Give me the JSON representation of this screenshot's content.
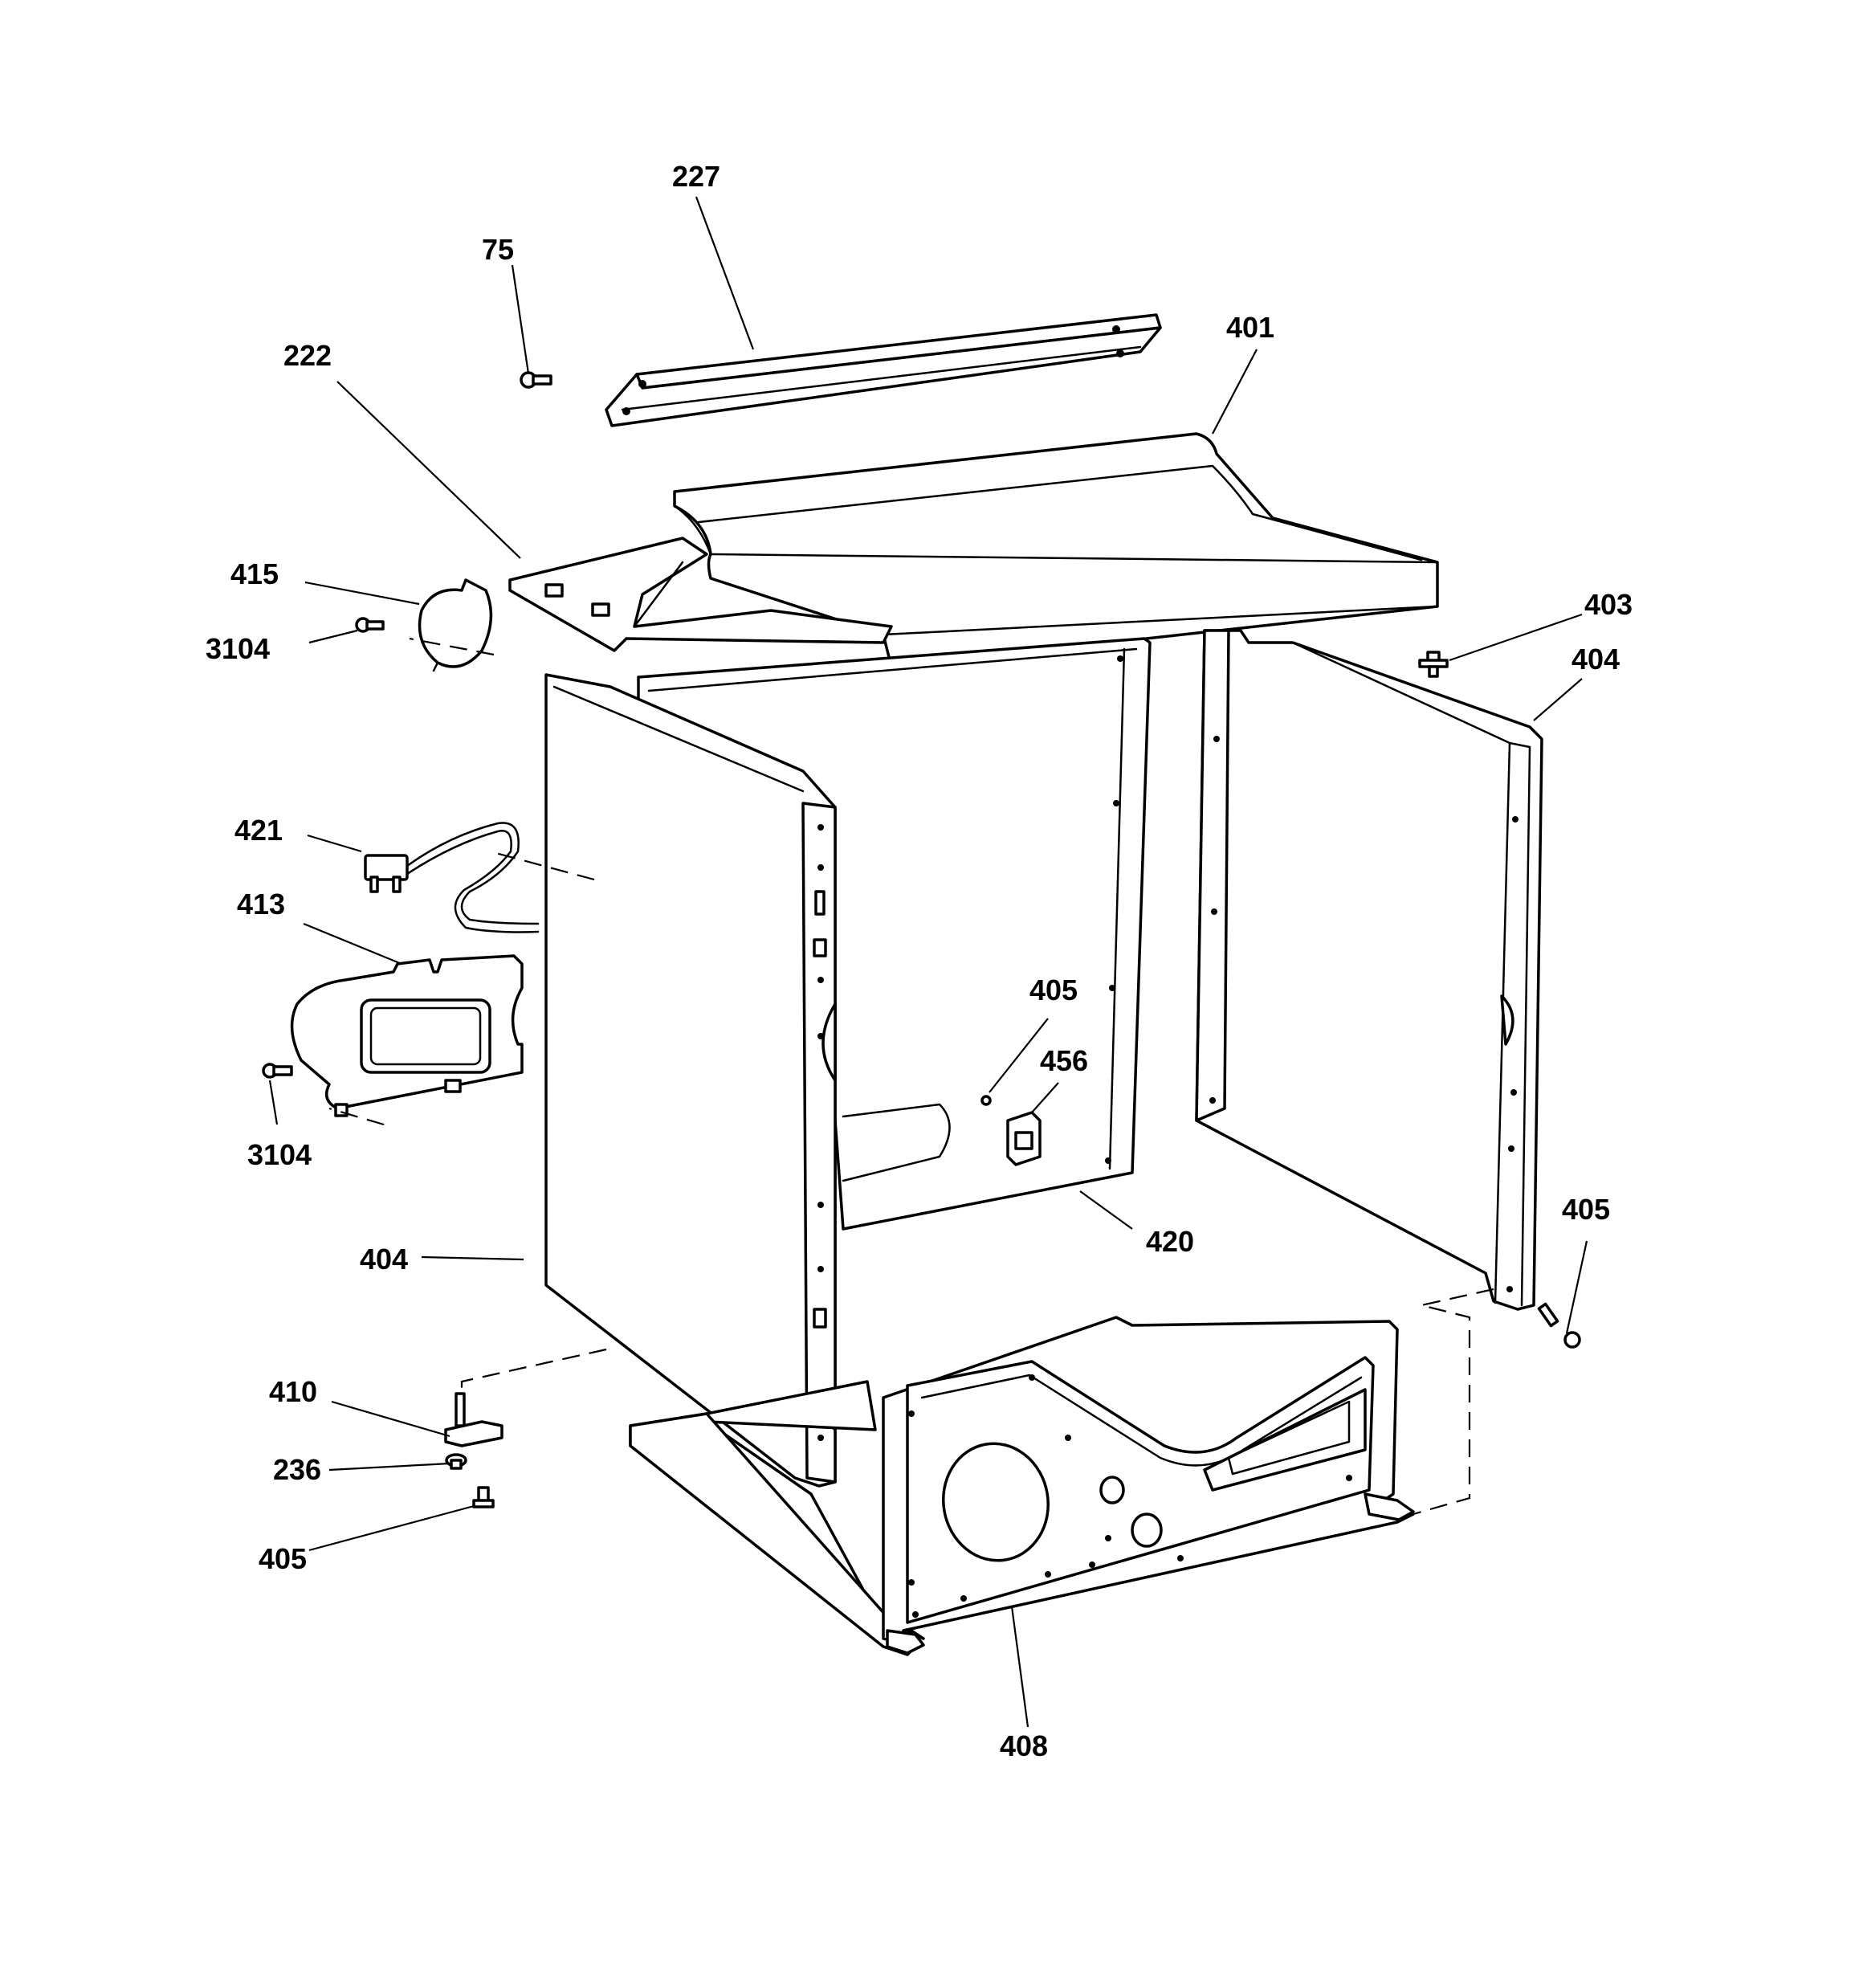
{
  "diagram": {
    "callouts": {
      "c227": "227",
      "c75": "75",
      "c401": "401",
      "c222": "222",
      "c415": "415",
      "c3104a": "3104",
      "c403": "403",
      "c404a": "404",
      "c421": "421",
      "c413": "413",
      "c405a": "405",
      "c456": "456",
      "c3104b": "3104",
      "c420": "420",
      "c405b": "405",
      "c404b": "404",
      "c410": "410",
      "c236": "236",
      "c405c": "405",
      "c408": "408"
    }
  }
}
